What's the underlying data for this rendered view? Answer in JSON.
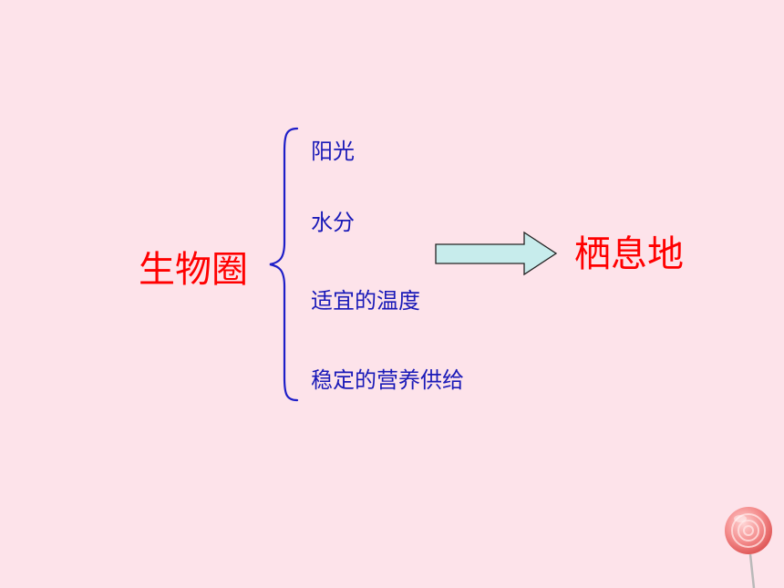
{
  "diagram": {
    "main_term": "生物圈",
    "conditions": [
      "阳光",
      "水分",
      "适宜的温度",
      "稳定的营养供给"
    ],
    "result_term": "栖息地"
  },
  "colors": {
    "background": "#fde3ea",
    "term_red": "#ff0000",
    "condition_blue": "#1a1ab8",
    "brace_blue": "#1e1ec8",
    "arrow_fill": "#c7ecec",
    "arrow_stroke": "#222222"
  },
  "icons": {
    "brace": "curly-brace-icon",
    "arrow": "right-arrow-icon",
    "decoration": "lollipop-icon"
  }
}
